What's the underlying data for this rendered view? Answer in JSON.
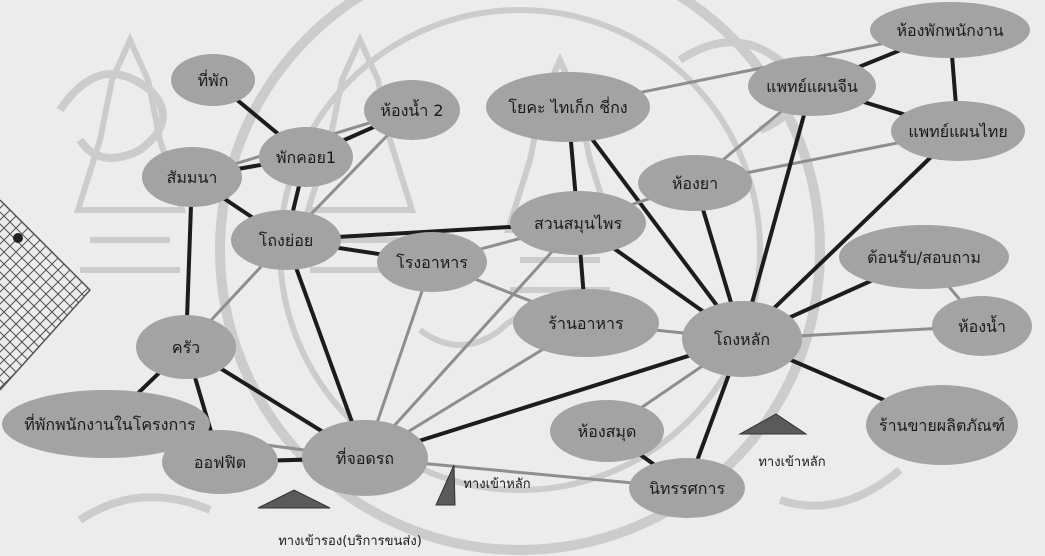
{
  "nodes": [
    {
      "id": "thiphak",
      "label": "ที่พัก"
    },
    {
      "id": "hongnam2",
      "label": "ห้องน้ำ 2"
    },
    {
      "id": "phakkhoi1",
      "label": "พักคอย1"
    },
    {
      "id": "sammana",
      "label": "สัมมนา"
    },
    {
      "id": "rongyoi",
      "label": "โถงย่อย"
    },
    {
      "id": "rongahan",
      "label": "โรงอาหาร"
    },
    {
      "id": "krua",
      "label": "ครัว"
    },
    {
      "id": "thiphak_phanakngan",
      "label": "ที่พักพนักงานในโครงการ"
    },
    {
      "id": "office",
      "label": "ออฟฟิต"
    },
    {
      "id": "parking",
      "label": "ที่จอดรถ"
    },
    {
      "id": "yoga",
      "label": "โยคะ ไทเก็ก ชี่กง"
    },
    {
      "id": "garden",
      "label": "สวนสมุนไพร"
    },
    {
      "id": "restaurant",
      "label": "ร้านอาหาร"
    },
    {
      "id": "pharmacy",
      "label": "ห้องยา"
    },
    {
      "id": "chinese_doc",
      "label": "แพทย์แผนจีน"
    },
    {
      "id": "staff_rest",
      "label": "ห้องพักพนักงาน"
    },
    {
      "id": "thai_doc",
      "label": "แพทย์แผนไทย"
    },
    {
      "id": "main_hall",
      "label": "โถงหลัก"
    },
    {
      "id": "reception",
      "label": "ต้อนรับ/สอบถาม"
    },
    {
      "id": "toilet",
      "label": "ห้องน้ำ"
    },
    {
      "id": "shop",
      "label": "ร้านขายผลิตภัณฑ์"
    },
    {
      "id": "library",
      "label": "ห้องสมุด"
    },
    {
      "id": "exhibition",
      "label": "นิทรรศการ"
    }
  ],
  "edges": [
    {
      "a": "thiphak",
      "b": "phakkhoi1",
      "strength": "strong"
    },
    {
      "a": "hongnam2",
      "b": "phakkhoi1",
      "strength": "strong"
    },
    {
      "a": "sammana",
      "b": "hongnam2",
      "strength": "weak"
    },
    {
      "a": "sammana",
      "b": "phakkhoi1",
      "strength": "strong"
    },
    {
      "a": "sammana",
      "b": "rongyoi",
      "strength": "strong"
    },
    {
      "a": "phakkhoi1",
      "b": "rongyoi",
      "strength": "strong"
    },
    {
      "a": "hongnam2",
      "b": "rongyoi",
      "strength": "weak"
    },
    {
      "a": "sammana",
      "b": "krua",
      "strength": "strong"
    },
    {
      "a": "rongyoi",
      "b": "rongahan",
      "strength": "strong"
    },
    {
      "a": "rongyoi",
      "b": "garden",
      "strength": "strong"
    },
    {
      "a": "rongahan",
      "b": "garden",
      "strength": "weak"
    },
    {
      "a": "rongahan",
      "b": "restaurant",
      "strength": "weak"
    },
    {
      "a": "rongahan",
      "b": "parking",
      "strength": "weak"
    },
    {
      "a": "rongyoi",
      "b": "krua",
      "strength": "weak"
    },
    {
      "a": "rongyoi",
      "b": "parking",
      "strength": "strong"
    },
    {
      "a": "krua",
      "b": "thiphak_phanakngan",
      "strength": "strong"
    },
    {
      "a": "krua",
      "b": "office",
      "strength": "strong"
    },
    {
      "a": "krua",
      "b": "parking",
      "strength": "strong"
    },
    {
      "a": "thiphak_phanakngan",
      "b": "parking",
      "strength": "weak"
    },
    {
      "a": "office",
      "b": "parking",
      "strength": "strong"
    },
    {
      "a": "yoga",
      "b": "garden",
      "strength": "strong"
    },
    {
      "a": "yoga",
      "b": "main_hall",
      "strength": "strong"
    },
    {
      "a": "yoga",
      "b": "staff_rest",
      "strength": "weak"
    },
    {
      "a": "garden",
      "b": "restaurant",
      "strength": "strong"
    },
    {
      "a": "garden",
      "b": "pharmacy",
      "strength": "weak"
    },
    {
      "a": "garden",
      "b": "main_hall",
      "strength": "strong"
    },
    {
      "a": "garden",
      "b": "parking",
      "strength": "weak"
    },
    {
      "a": "restaurant",
      "b": "parking",
      "strength": "weak"
    },
    {
      "a": "restaurant",
      "b": "main_hall",
      "strength": "weak"
    },
    {
      "a": "pharmacy",
      "b": "chinese_doc",
      "strength": "weak"
    },
    {
      "a": "pharmacy",
      "b": "thai_doc",
      "strength": "weak"
    },
    {
      "a": "pharmacy",
      "b": "main_hall",
      "strength": "strong"
    },
    {
      "a": "chinese_doc",
      "b": "staff_rest",
      "strength": "strong"
    },
    {
      "a": "chinese_doc",
      "b": "thai_doc",
      "strength": "strong"
    },
    {
      "a": "staff_rest",
      "b": "thai_doc",
      "strength": "strong"
    },
    {
      "a": "chinese_doc",
      "b": "main_hall",
      "strength": "strong"
    },
    {
      "a": "thai_doc",
      "b": "main_hall",
      "strength": "strong"
    },
    {
      "a": "main_hall",
      "b": "reception",
      "strength": "strong"
    },
    {
      "a": "main_hall",
      "b": "toilet",
      "strength": "weak"
    },
    {
      "a": "reception",
      "b": "toilet",
      "strength": "weak"
    },
    {
      "a": "main_hall",
      "b": "shop",
      "strength": "strong"
    },
    {
      "a": "main_hall",
      "b": "library",
      "strength": "weak"
    },
    {
      "a": "main_hall",
      "b": "exhibition",
      "strength": "strong"
    },
    {
      "a": "library",
      "b": "exhibition",
      "strength": "strong"
    },
    {
      "a": "main_hall",
      "b": "parking",
      "strength": "strong"
    },
    {
      "a": "parking",
      "b": "exhibition",
      "strength": "weak"
    }
  ],
  "entrances": [
    {
      "id": "secondary",
      "label": "ทางเข้ารอง(บริการขนส่ง)"
    },
    {
      "id": "main_a",
      "label": "ทางเข้าหลัก"
    },
    {
      "id": "main_b",
      "label": "ทางเข้าหลัก"
    }
  ],
  "colors": {
    "background": "#ececec",
    "node_fill": "#a3a3a3",
    "strong_edge": "#1c1c1c",
    "weak_edge": "#8e8e8e",
    "watermark": "#c9c9c9",
    "grid": "#555555",
    "text": "#1a1a1a"
  }
}
